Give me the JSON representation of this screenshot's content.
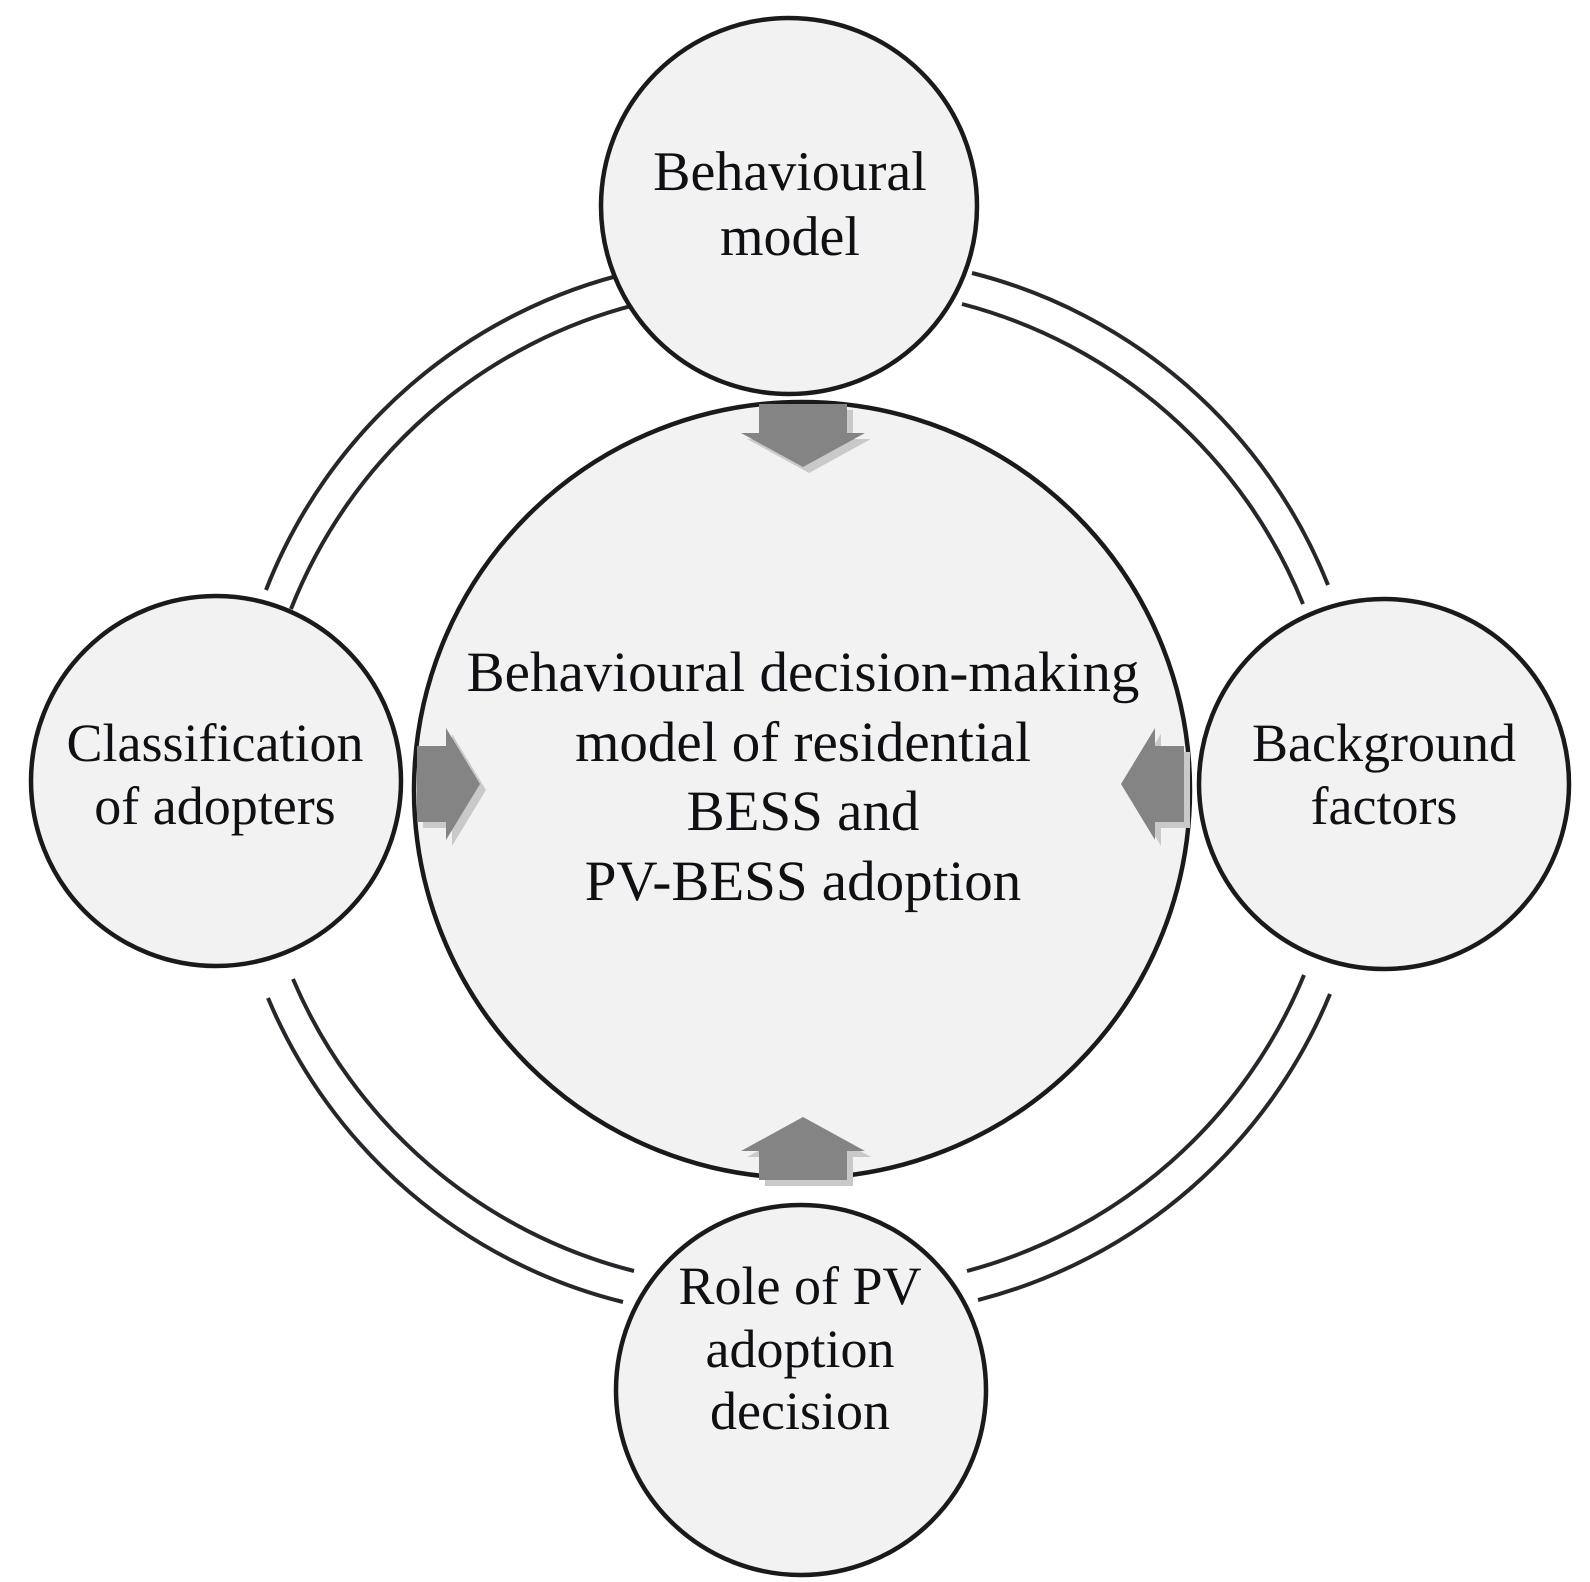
{
  "diagram": {
    "title": "Behavioural decision-making model of residential BESS and PV-BESS adoption",
    "type": "cycle-hub-and-spoke",
    "colors": {
      "node_fill": "#f2f2f2",
      "node_stroke": "#1a1a1a",
      "ring_stroke": "#26262b",
      "arrow_fill": "#848484",
      "arrow_shadow": "#c9c9c9",
      "text": "#101014",
      "background": "#ffffff"
    },
    "hub": {
      "label": "Behavioural decision-making\nmodel of residential\nBESS and\nPV-BESS adoption",
      "position": "center"
    },
    "nodes": [
      {
        "id": "behavioural-model",
        "label": "Behavioural\nmodel",
        "position": "top",
        "arrow": {
          "direction": "down",
          "points_to": "hub"
        }
      },
      {
        "id": "classification-of-adopters",
        "label": "Classification\nof adopters",
        "position": "left",
        "arrow": {
          "direction": "right",
          "points_to": "hub"
        }
      },
      {
        "id": "background-factors",
        "label": "Background\nfactors",
        "position": "right",
        "arrow": {
          "direction": "left",
          "points_to": "hub"
        }
      },
      {
        "id": "role-of-pv-adoption-decision",
        "label": "Role of PV\nadoption\ndecision",
        "position": "bottom",
        "arrow": {
          "direction": "up",
          "points_to": "hub"
        }
      }
    ],
    "ring": {
      "style": "double-thin-arcs",
      "segments": 4,
      "description": "Two concentric thin outline arcs connecting the four outer circles"
    }
  }
}
